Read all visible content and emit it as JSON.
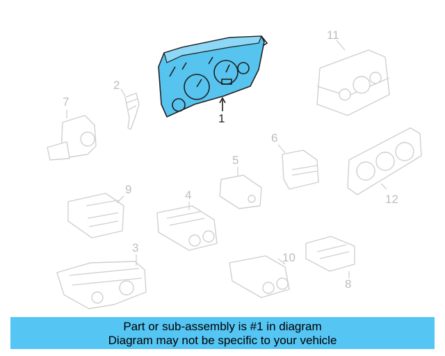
{
  "diagram": {
    "callouts": [
      {
        "id": "1",
        "label": "1"
      },
      {
        "id": "2",
        "label": "2"
      },
      {
        "id": "3",
        "label": "3"
      },
      {
        "id": "4",
        "label": "4"
      },
      {
        "id": "5",
        "label": "5"
      },
      {
        "id": "6",
        "label": "6"
      },
      {
        "id": "7",
        "label": "7"
      },
      {
        "id": "8",
        "label": "8"
      },
      {
        "id": "9",
        "label": "9"
      },
      {
        "id": "10",
        "label": "10"
      },
      {
        "id": "11",
        "label": "11"
      },
      {
        "id": "12",
        "label": "12"
      }
    ],
    "highlighted_part": "1",
    "highlight_color": "#57c4f0"
  },
  "banner": {
    "line1": "Part or sub-assembly is #1 in diagram",
    "line2": "Diagram may not be specific to your vehicle",
    "background": "#55c5f3"
  }
}
